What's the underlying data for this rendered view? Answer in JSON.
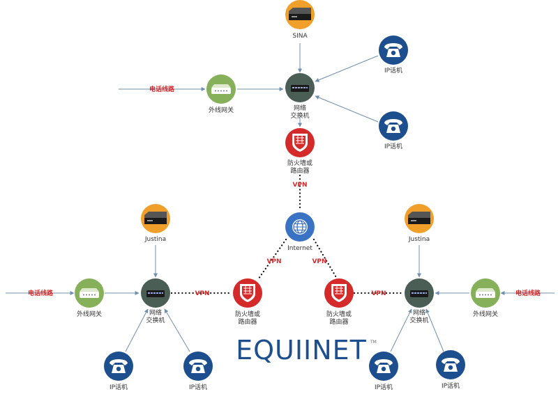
{
  "colors": {
    "switch": "#4a5e55",
    "router": "#d42a2a",
    "gateway": "#86b05a",
    "phone": "#1d4f8f",
    "pbx": "#f0a02a",
    "internet": "#3b73c4",
    "line": "#6f8fae",
    "dots": "#111111",
    "logo": "#1d4f8f"
  },
  "labels": {
    "sina": "SINA",
    "justina": "Justina",
    "ip_phone": "IP话机",
    "switch_line1": "网络",
    "switch_line2": "交换机",
    "gateway": "外线网关",
    "router_line1": "防火墙或",
    "router_line2": "路由器",
    "internet": "Internet",
    "phone_line": "电话线路",
    "vpn": "VPN"
  },
  "logo": {
    "text": "EQUIINET",
    "tm": "TM"
  }
}
